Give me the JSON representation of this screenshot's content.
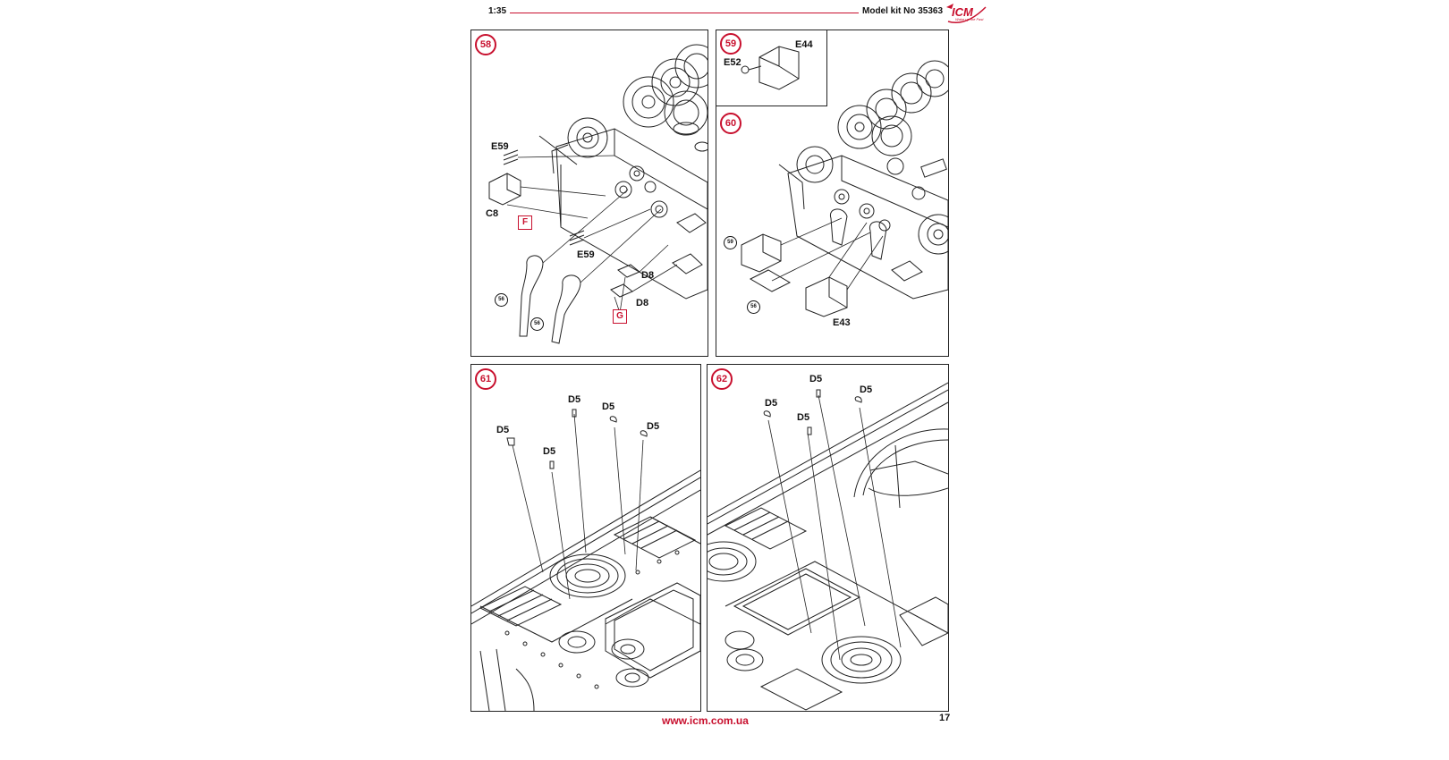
{
  "header": {
    "scale": "1:35",
    "kit": "Model kit No 35363",
    "logo": "ICM",
    "logo_sub": "Wake up the Past"
  },
  "colors": {
    "accent": "#c8102e",
    "line": "#222222"
  },
  "steps": {
    "s58": {
      "number": "58",
      "labels": {
        "e59_top": "E59",
        "c8": "C8",
        "e59_bottom": "E59",
        "d8_a": "D8",
        "d8_b": "D8"
      },
      "boxes": {
        "f": "F",
        "g": "G"
      },
      "refs": {
        "r1": "56",
        "r2": "56"
      }
    },
    "s59": {
      "number": "59",
      "labels": {
        "e44": "E44",
        "e52": "E52"
      }
    },
    "s60": {
      "number": "60",
      "labels": {
        "e43": "E43"
      },
      "refs": {
        "r59": "59",
        "r56": "56"
      }
    },
    "s61": {
      "number": "61",
      "labels": {
        "a": "D5",
        "b": "D5",
        "c": "D5",
        "d": "D5",
        "e": "D5"
      }
    },
    "s62": {
      "number": "62",
      "labels": {
        "a": "D5",
        "b": "D5",
        "c": "D5",
        "d": "D5"
      }
    }
  },
  "footer": {
    "url": "www.icm.com.ua",
    "page": "17"
  }
}
